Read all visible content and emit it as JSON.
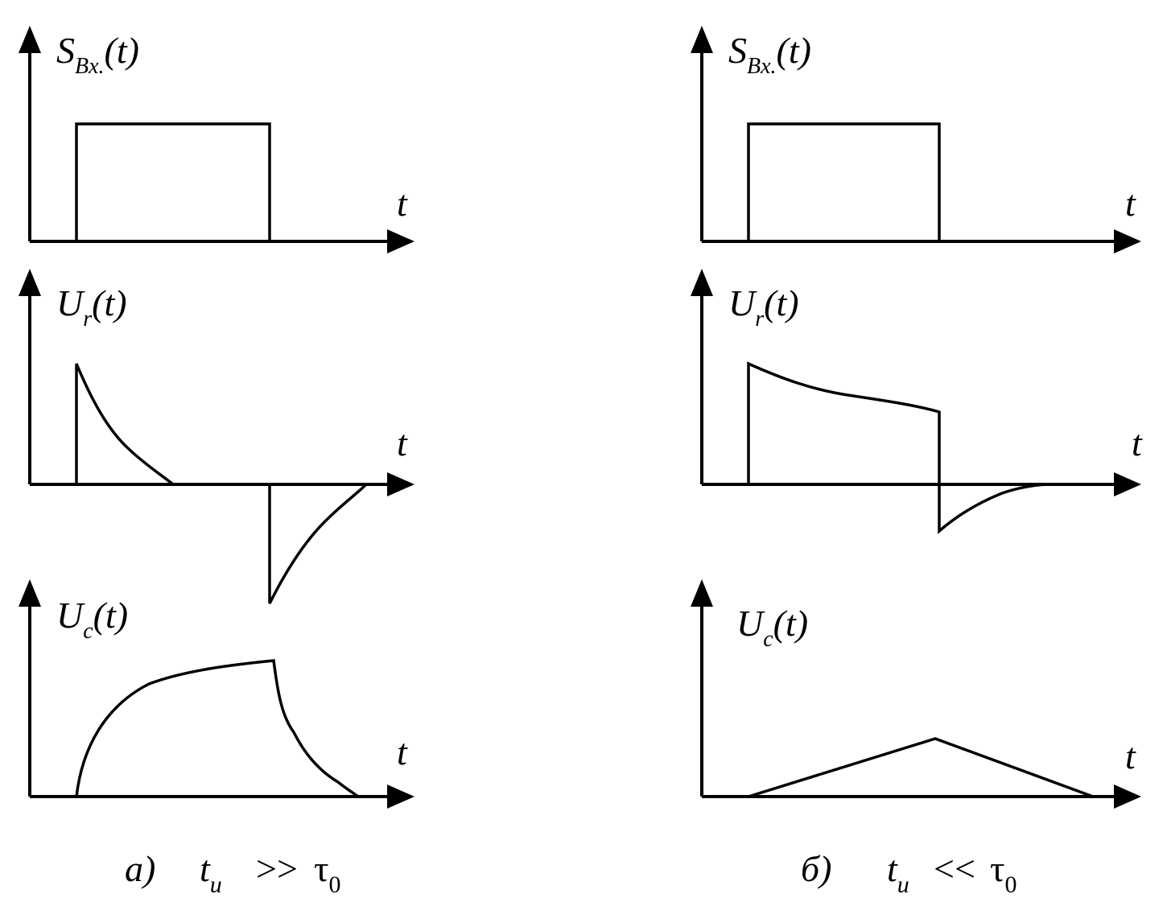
{
  "panels": [
    {
      "caption_letter": "а)",
      "caption_t": "t",
      "caption_t_sub": "и",
      "caption_relation": ">>",
      "caption_tau": "τ",
      "caption_tau_sub": "0",
      "plots": [
        {
          "label_main": "S",
          "label_sub": "Bx.",
          "label_arg": "(t)",
          "axis_label": "t"
        },
        {
          "label_main": "U",
          "label_sub": "r",
          "label_arg": "(t)",
          "axis_label": "t"
        },
        {
          "label_main": "U",
          "label_sub": "c",
          "label_arg": "(t)",
          "axis_label": "t"
        }
      ]
    },
    {
      "caption_letter": "б)",
      "caption_t": "t",
      "caption_t_sub": "и",
      "caption_relation": "<<",
      "caption_tau": "τ",
      "caption_tau_sub": "0",
      "plots": [
        {
          "label_main": "S",
          "label_sub": "Bx.",
          "label_arg": "(t)",
          "axis_label": "t"
        },
        {
          "label_main": "U",
          "label_sub": "r",
          "label_arg": "(t)",
          "axis_label": "t"
        },
        {
          "label_main": "U",
          "label_sub": "c",
          "label_arg": "(t)",
          "axis_label": "t"
        }
      ]
    }
  ]
}
